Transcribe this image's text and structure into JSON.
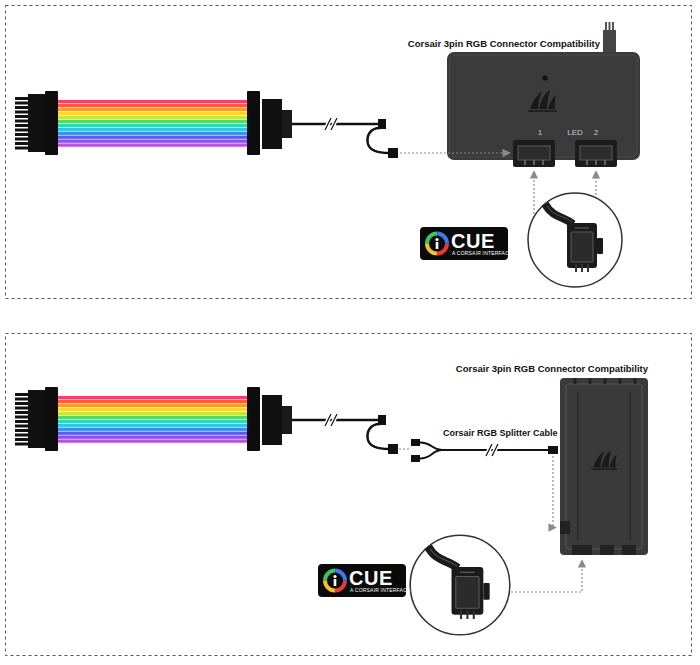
{
  "diagram": {
    "nodes": [
      {
        "text": [
          "Corsair 3pin RGB Connector Compatibility",
          "1",
          "LED",
          "2"
        ]
      },
      {
        "text": [
          "Corsair 3pin RGB Connector Compatibility"
        ]
      }
    ],
    "labels": [
      "CUE",
      "A CORSAIR INTERFACE",
      "Corsair RGB Splitter Cable",
      "CUE",
      "A CORSAIR INTERFACE"
    ]
  }
}
